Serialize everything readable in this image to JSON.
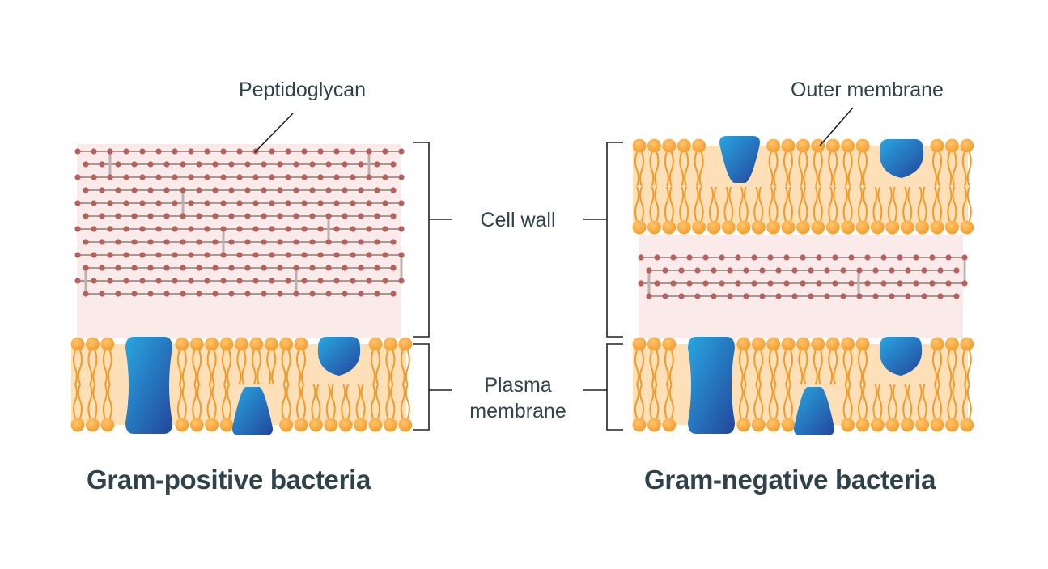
{
  "labels": {
    "peptidoglycan": "Peptidoglycan",
    "outer_membrane": "Outer membrane",
    "cell_wall": "Cell wall",
    "plasma_membrane_line1": "Plasma",
    "plasma_membrane_line2": "membrane"
  },
  "panels": {
    "gram_positive": {
      "title": "Gram-positive bacteria",
      "peptidoglycan_layers": 12
    },
    "gram_negative": {
      "title": "Gram-negative bacteria",
      "peptidoglycan_layers": 4
    }
  },
  "colors": {
    "text": "#2e424a",
    "wall_background": "#fbeaea",
    "peptide_node": "#b5605a",
    "peptide_link": "#8f7a76",
    "crosslink": "#b9b2ae",
    "lipid_head": "#f5a640",
    "lipid_tail": "#f39a2a",
    "membrane_fill": "#fde0b8",
    "protein_light": "#29a6e0",
    "protein_dark": "#23469c",
    "bracket": "#222222"
  }
}
